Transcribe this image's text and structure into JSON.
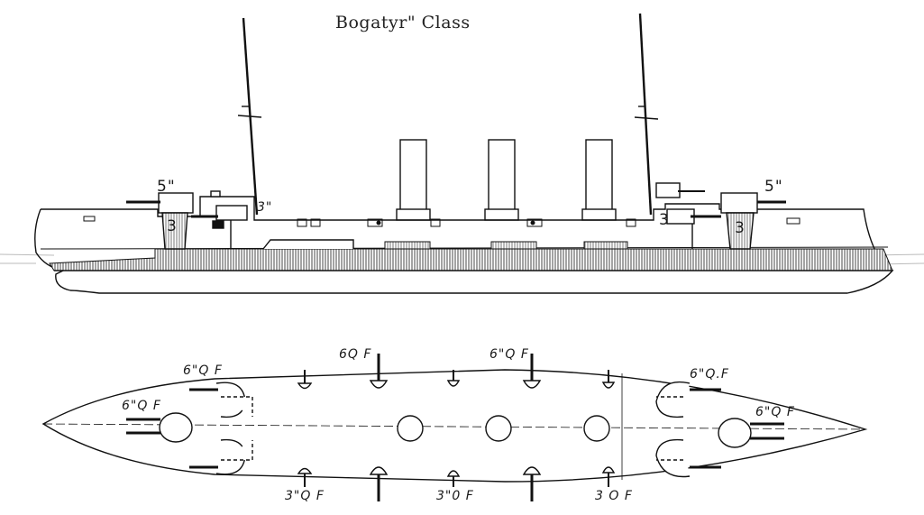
{
  "title": "Bogatyr\" Class",
  "profile": {
    "labels": {
      "fwd_caliber_5": "5\"",
      "fwd_caliber_3": "3",
      "fwd_caliber_3b": "3\"",
      "aft_caliber_5": "5\"",
      "aft_caliber_3": "3",
      "aft_caliber_3b": "3"
    }
  },
  "plan": {
    "labels": {
      "upper_left_1": "6\"Q F",
      "upper_left_2": "6\"Q F",
      "upper_mid_1": "6Q F",
      "upper_mid_2": "6\"Q F",
      "upper_right_1": "6\"Q.F",
      "upper_right_2": "6\"Q F",
      "lower_1": "3\"Q F",
      "lower_2": "3\"0 F",
      "lower_3": "3 O F"
    }
  }
}
